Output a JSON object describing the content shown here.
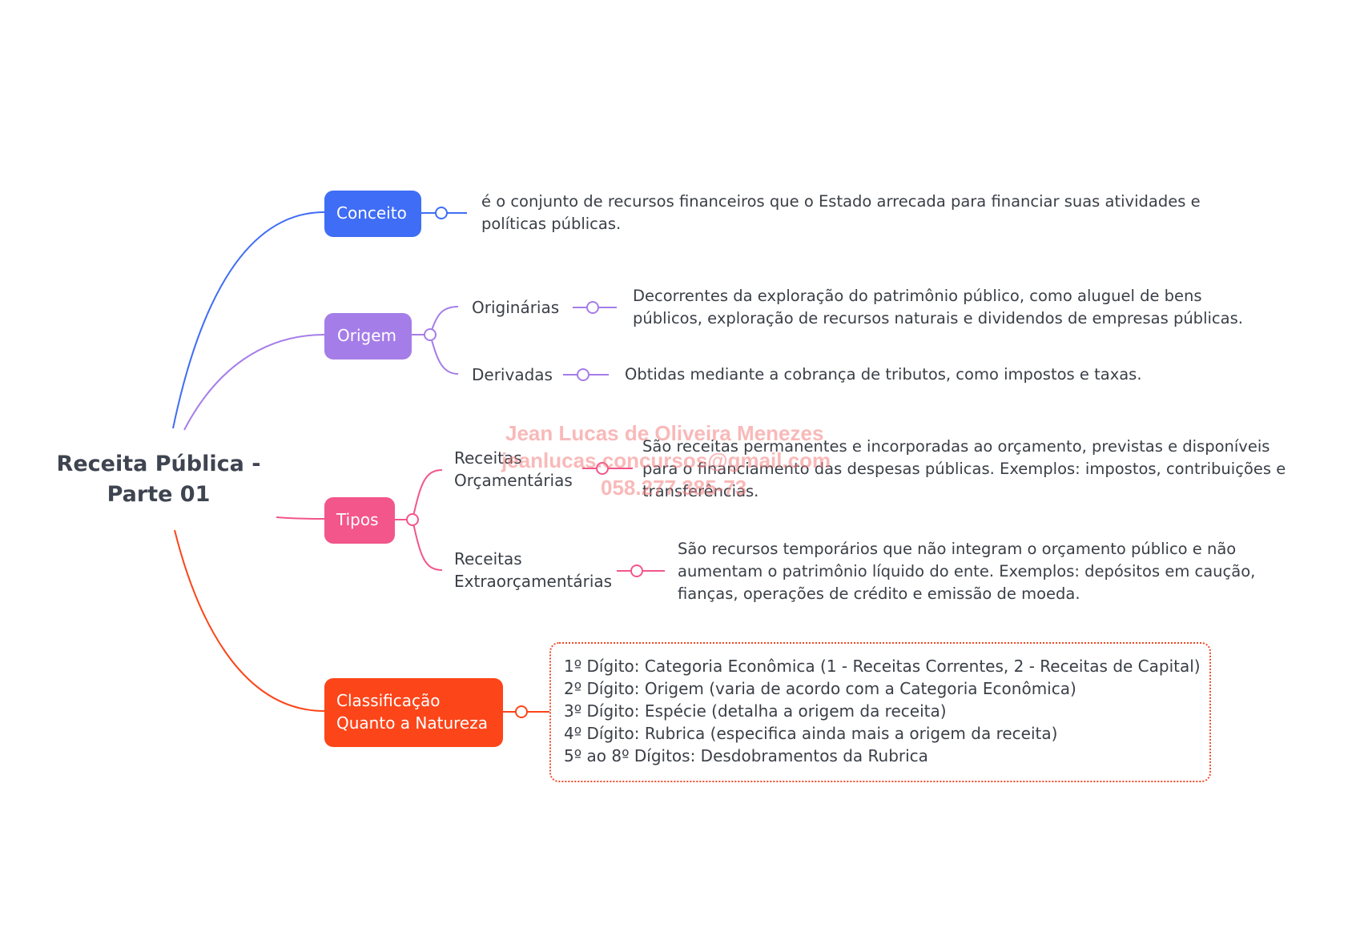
{
  "root": {
    "line1": "Receita Pública -",
    "line2": "Parte 01"
  },
  "branches": {
    "conceito": {
      "label": "Conceito",
      "color": "#3f6df5",
      "text": [
        "é o conjunto de recursos financeiros que o Estado arrecada para financiar suas atividades e",
        "políticas públicas."
      ]
    },
    "origem": {
      "label": "Origem",
      "color": "#a57de8",
      "children": [
        {
          "label": "Originárias",
          "text": [
            "Decorrentes da exploração do patrimônio público, como aluguel de bens",
            "públicos, exploração de recursos naturais e dividendos de empresas públicas."
          ]
        },
        {
          "label": "Derivadas",
          "text": [
            "Obtidas mediante a cobrança de tributos, como impostos e taxas."
          ]
        }
      ]
    },
    "tipos": {
      "label": "Tipos",
      "color": "#f2568a",
      "children": [
        {
          "label": [
            "Receitas",
            "Orçamentárias"
          ],
          "text": [
            "São receitas permanentes e incorporadas ao orçamento, previstas e disponíveis",
            "para o financiamento das despesas públicas. Exemplos: impostos, contribuições e",
            "transferências."
          ]
        },
        {
          "label": [
            "Receitas",
            "Extraorçamentárias"
          ],
          "text": [
            "São recursos temporários que não integram o orçamento público e não",
            "aumentam o patrimônio líquido do ente. Exemplos: depósitos em caução,",
            "fianças, operações de crédito e emissão de moeda."
          ]
        }
      ]
    },
    "classificacao": {
      "label": [
        "Classificação",
        "Quanto a Natureza"
      ],
      "color": "#fc4519",
      "lines": [
        "1º Dígito: Categoria Econômica (1 - Receitas Correntes, 2 - Receitas de Capital)",
        "2º Dígito: Origem (varia de acordo com a Categoria Econômica)",
        "3º Dígito: Espécie (detalha a origem da receita)",
        "4º Dígito: Rubrica (especifica ainda mais a origem da receita)",
        "5º ao 8º Dígitos: Desdobramentos da Rubrica"
      ]
    }
  },
  "watermark": [
    "Jean Lucas de Oliveira Menezes",
    "jeanlucas.concursos@gmail.com",
    "058.277.385-73"
  ]
}
